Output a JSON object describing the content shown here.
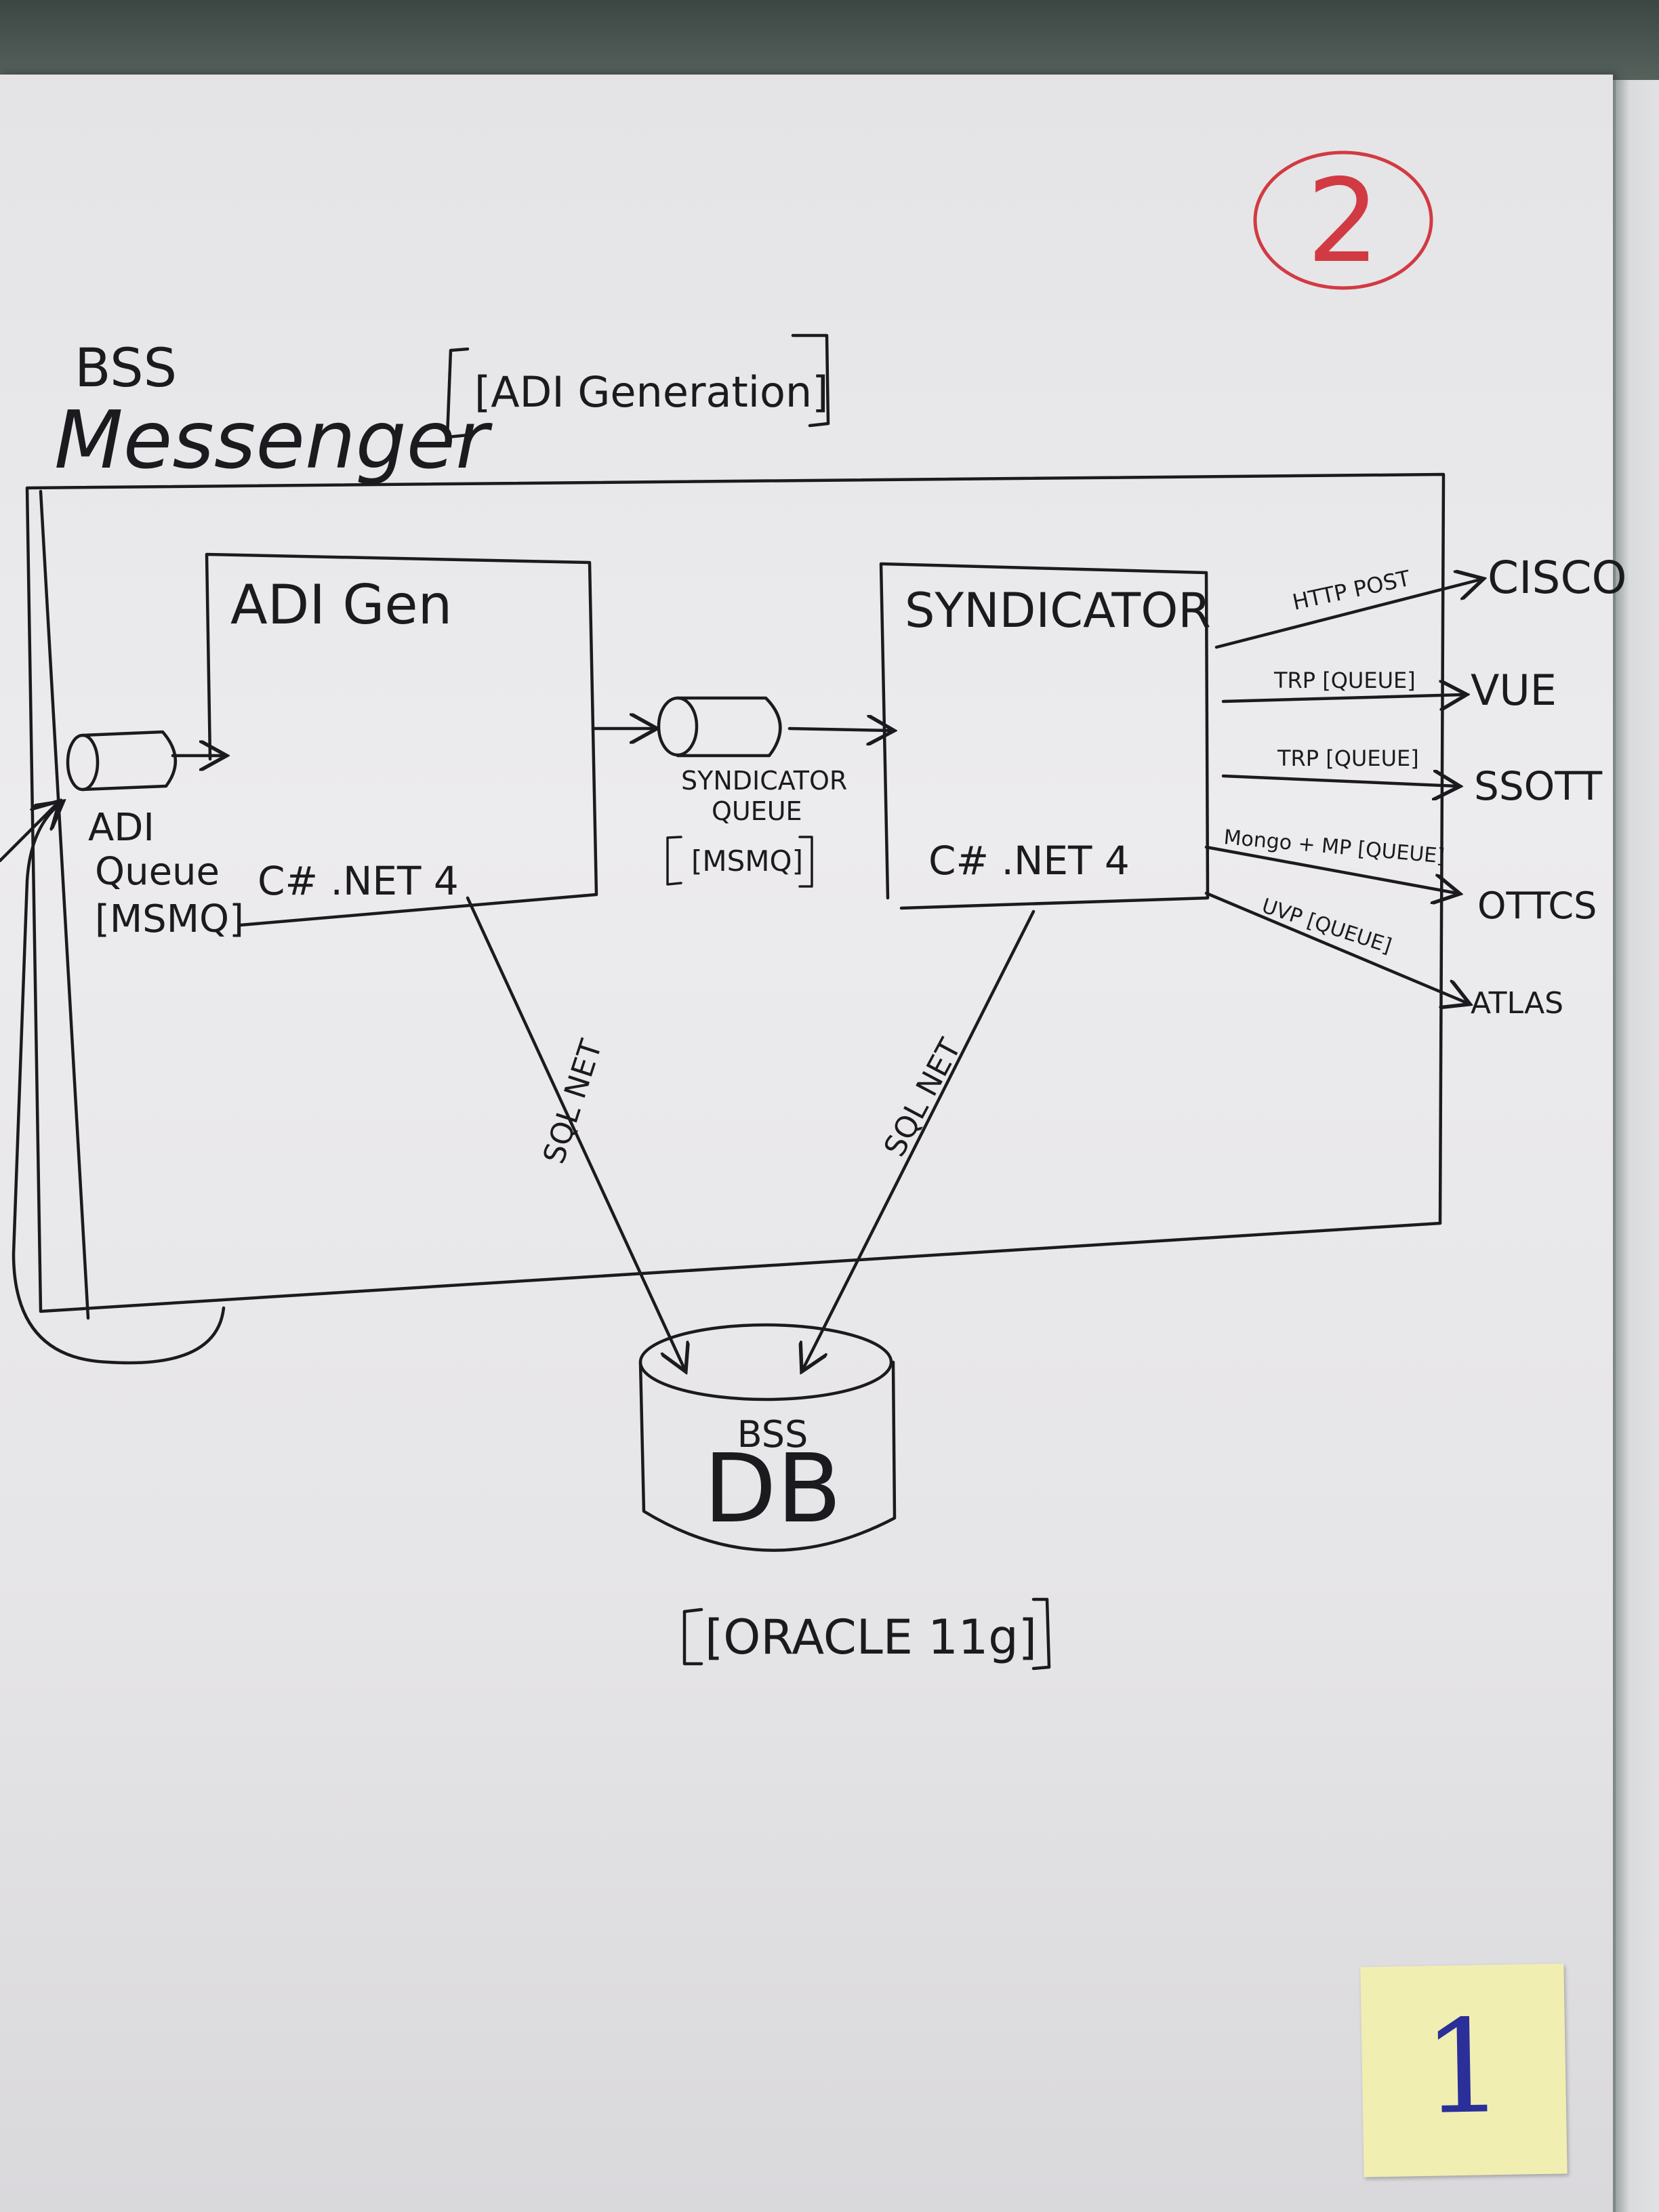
{
  "page_number": "2",
  "title": {
    "line1": "BSS",
    "line2": "Messenger",
    "tag": "[ADI Generation]"
  },
  "adi_gen": {
    "title": "ADI Gen",
    "tech": "C# .NET 4"
  },
  "adi_queue": {
    "label_line1": "ADI",
    "label_line2": "Queue",
    "label_line3": "[MSMQ]"
  },
  "syndicator": {
    "title": "SYNDICATOR",
    "tech": "C# .NET 4"
  },
  "syndicator_queue": {
    "label_line1": "SYNDICATOR",
    "label_line2": "QUEUE",
    "label_line3": "[MSMQ]"
  },
  "connections": {
    "adi_to_db": "SQL NET",
    "syndicator_to_db": "SQL NET"
  },
  "outputs": [
    {
      "protocol": "HTTP POST",
      "target": "CISCO"
    },
    {
      "protocol": "TRP [QUEUE]",
      "target": "VUE"
    },
    {
      "protocol": "TRP [QUEUE]",
      "target": "SSOTT"
    },
    {
      "protocol": "Mongo + MP [QUEUE]",
      "target": "OTTCS"
    },
    {
      "protocol": "UVP [QUEUE]",
      "target": "ATLAS"
    }
  ],
  "database": {
    "label_small": "BSS",
    "label_big": "DB",
    "engine": "[ORACLE 11g]"
  },
  "sticky_note": "1",
  "colors": {
    "ink": "#1b1b1f",
    "red_marker": "#d23a43",
    "sticky": "#f1eeb2",
    "blue_marker": "#2a2f9a"
  }
}
